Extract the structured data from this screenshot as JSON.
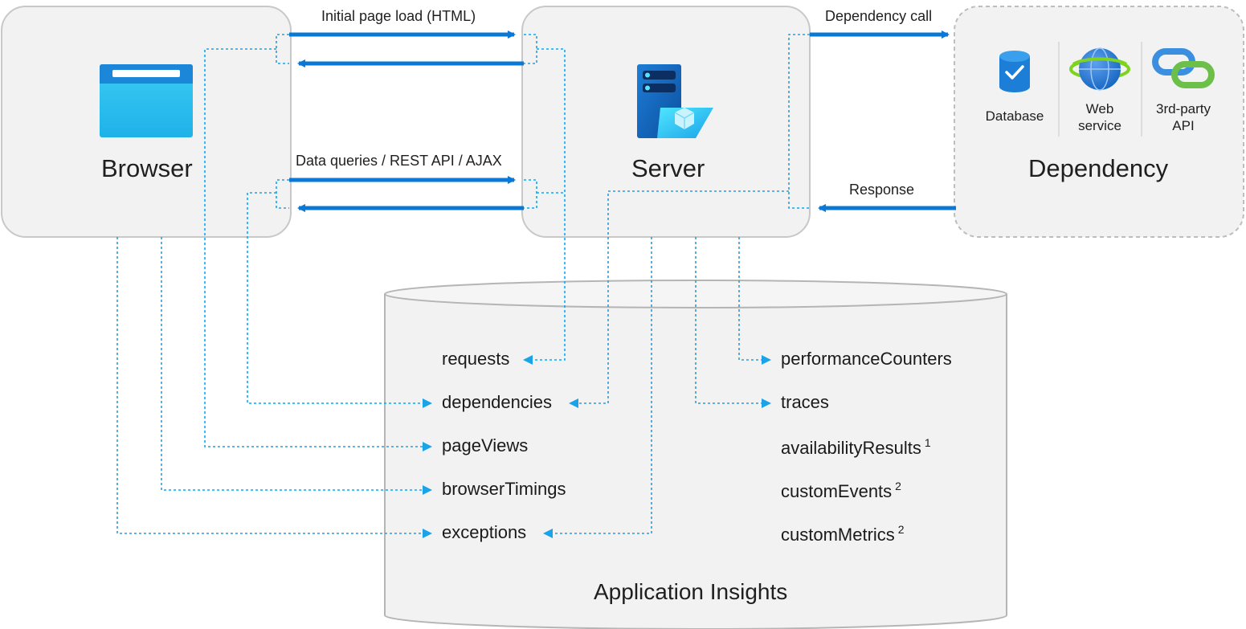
{
  "nodes": {
    "browser": "Browser",
    "server": "Server",
    "dependency": "Dependency",
    "app_insights": "Application Insights"
  },
  "dependency_items": {
    "database": "Database",
    "web_service": "Web\nservice",
    "third_party_api": "3rd-party\nAPI"
  },
  "edges": {
    "initial_load": "Initial page load (HTML)",
    "data_queries": "Data queries / REST API / AJAX",
    "dependency_call": "Dependency call",
    "response": "Response"
  },
  "tables_left": {
    "requests": "requests",
    "dependencies": "dependencies",
    "page_views": "pageViews",
    "browser_timings": "browserTimings",
    "exceptions": "exceptions"
  },
  "tables_right": {
    "performance_counters": "performanceCounters",
    "traces": "traces",
    "availability_results": "availabilityResults",
    "availability_note": "1",
    "custom_events": "customEvents",
    "custom_events_note": "2",
    "custom_metrics": "customMetrics",
    "custom_metrics_note": "2"
  },
  "colors": {
    "arrow": "#0a78d4",
    "telemetry_line": "#1aa3e8",
    "box_fill": "#f2f2f2",
    "box_stroke": "#c8c8c8"
  },
  "icons": {
    "browser": "browser-window-icon",
    "server": "server-icon",
    "database": "database-icon",
    "web_service": "globe-icon",
    "third_party_api": "link-icon"
  }
}
